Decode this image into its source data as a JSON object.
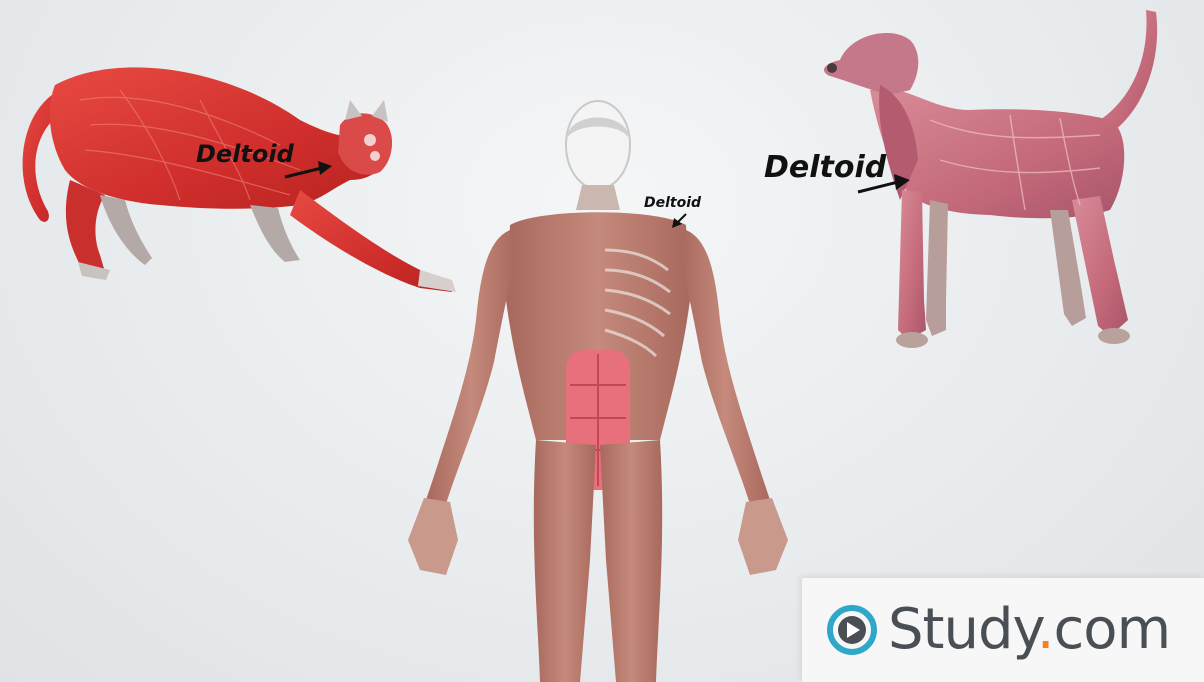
{
  "labels": {
    "cat": "Deltoid",
    "human": "Deltoid",
    "dog": "Deltoid"
  },
  "logo": {
    "name": "Study",
    "dot": ".",
    "tld": "com",
    "accent_color": "#f58220",
    "ring_color": "#2fa7c8"
  },
  "colors": {
    "cat_muscle": "#d83a35",
    "dog_muscle": "#c46a7a",
    "human_muscle": "#b97a6c",
    "abs": "#e96a78"
  }
}
